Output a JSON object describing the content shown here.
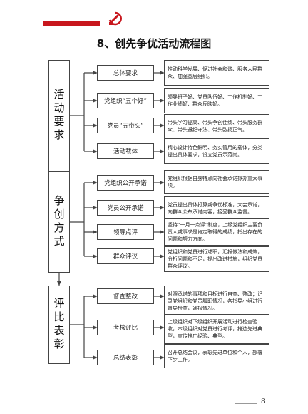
{
  "header": {
    "accent_color": "#c8161d",
    "emblem_icon": "party-emblem-icon"
  },
  "title": "8、创先争优活动流程图",
  "phases": [
    {
      "label": "活动要求",
      "items": [
        {
          "label": "总体要求",
          "desc": "推动科学发展、促进社会和谐、服务人民群众、加强基层组织。"
        },
        {
          "label": "党组织“五个好”",
          "desc": "领导班子好、党员队伍好、工作机制好、工作业绩好、群众反映好。"
        },
        {
          "label": "党员“五带头”",
          "desc": "带头学习提高、带头争创佳绩、带头服务群众、带头遵纪守法、带头弘扬正气。"
        },
        {
          "label": "活动载体",
          "desc": "精心设计特色鲜明、务实管用的载体，分类提出具体要求，设立党员示范岗。"
        }
      ]
    },
    {
      "label": "争创方式",
      "items": [
        {
          "label": "党组织公开承诺",
          "desc": "党组织根据自身特点向社会承诺拟办重大事项。"
        },
        {
          "label": "党员公开承诺",
          "desc": "党员提出具体打算或争优标准，大会承诺，向群众公布承诺内容，接受群众监督。"
        },
        {
          "label": "领导点评",
          "desc": "坚持“一月一点评”制度，上级党组织主要负责人或事求是肯定取得的成绩，指出存在的问题和努力方向。"
        },
        {
          "label": "群众评议",
          "desc": "党组织和党员进行述职，汇报做法和成效，分析问题和不足，提出改进措施，组织党员群众评议。"
        }
      ]
    },
    {
      "label": "评比表彰",
      "items": [
        {
          "label": "督查整改",
          "desc": "对照承诺的事项和目标进行自查、整改；记录党组织和党员履职情况，各指导小组进行督导检查，通报情况。"
        },
        {
          "label": "考核评比",
          "desc": "上级组织对下级组织开展活动进行检查验收，本级组织对党员进行考评，推选先进典型，宣传推广经验、典型。"
        },
        {
          "label": "总结表彰",
          "desc": "召开总结会议，表彰先进单位和个人，部署下步工作。"
        }
      ]
    }
  ],
  "footer": {
    "page_number": "8"
  }
}
